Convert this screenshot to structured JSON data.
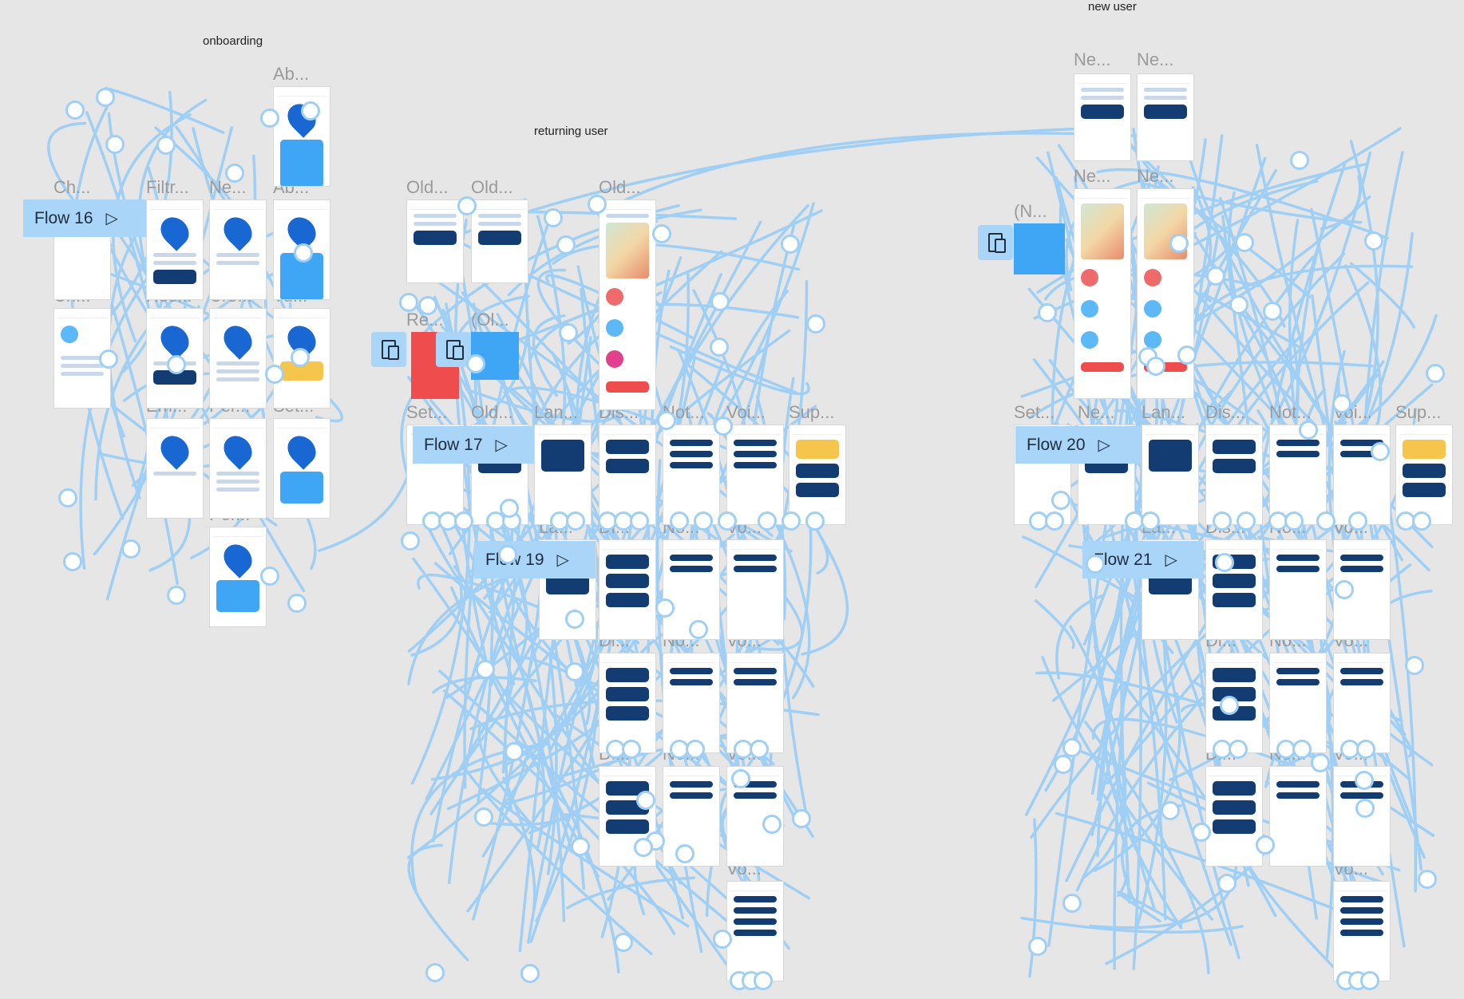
{
  "canvas": {
    "sections": [
      {
        "id": "onboarding",
        "title": "onboarding"
      },
      {
        "id": "returning",
        "title": "returning user"
      },
      {
        "id": "newuser",
        "title": "new user"
      }
    ],
    "frame_labels": [
      "Ch...",
      "Filtr...",
      "Ne...",
      "Ab...",
      "Ab...",
      "Ch...",
      "Res...",
      "Cre...",
      "Tu...",
      "Em...",
      "Per...",
      "Set...",
      "Per...",
      "Old...",
      "Old...",
      "Old...",
      "Re...",
      "(Ol...",
      "Set...",
      "Old...",
      "Lan...",
      "Dis...",
      "Not...",
      "Voi...",
      "Sup...",
      "La...",
      "Di...",
      "No...",
      "Vo...",
      "Di...",
      "No...",
      "Vo...",
      "Di...",
      "No...",
      "Vo...",
      "Vo...",
      "Ne...",
      "Ne...",
      "Ne...",
      "Ne...",
      "(N...",
      "Set...",
      "Ne...",
      "Lan...",
      "Dis...",
      "Not...",
      "Voi...",
      "Sup...",
      "La...",
      "Dis...",
      "No...",
      "Vo...",
      "Di...",
      "No...",
      "Vo...",
      "Di...",
      "No...",
      "Vo...",
      "Vo..."
    ],
    "flows": [
      {
        "label": "Flow 16"
      },
      {
        "label": "Flow 17"
      },
      {
        "label": "Flow 19"
      },
      {
        "label": "Flow 20"
      },
      {
        "label": "Flow 21"
      }
    ],
    "connector_color": "#9fcff5",
    "flow_badge_color": "#a9d6f8"
  }
}
